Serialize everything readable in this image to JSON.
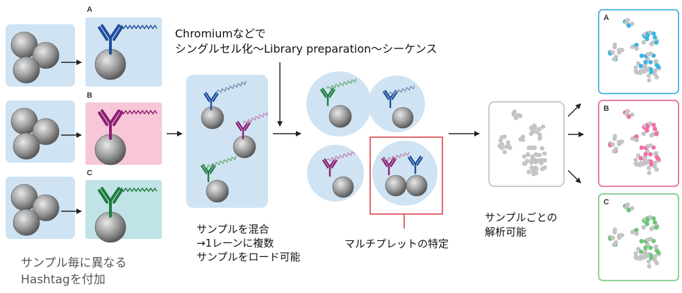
{
  "texts": {
    "hashtag_caption": "サンプル毎に異なる\nHashtagを付加",
    "chromium_caption": "Chromiumなどで\nシングルセル化～Library preparation～シーケンス",
    "mixing_caption": "サンプルを混合\n→1レーンに複数\nサンプルをロード可能",
    "multiplet_caption": "マルチプレットの特定",
    "analysis_caption": "サンプルごとの\n解析可能"
  },
  "sample_labels": [
    "A",
    "B",
    "C"
  ],
  "result_labels": [
    "A",
    "B",
    "C"
  ],
  "colors": {
    "hashtag_a": "#1f4e9c",
    "hashtag_b": "#8b1e72",
    "hashtag_c": "#1e7b3c",
    "highlight_a": "#3cb4e6",
    "highlight_b": "#f06ea8",
    "highlight_c": "#6cc57a",
    "panel_blue": "#cfe3f3",
    "panel_pink": "#f7c6d9",
    "panel_teal": "#bfe3e6",
    "border_a": "#5bb8e8",
    "border_b": "#e87aa8",
    "border_c": "#8fcf94",
    "multiplet_box": "#d9343a",
    "cluster_gray": "#c4c4c4"
  }
}
